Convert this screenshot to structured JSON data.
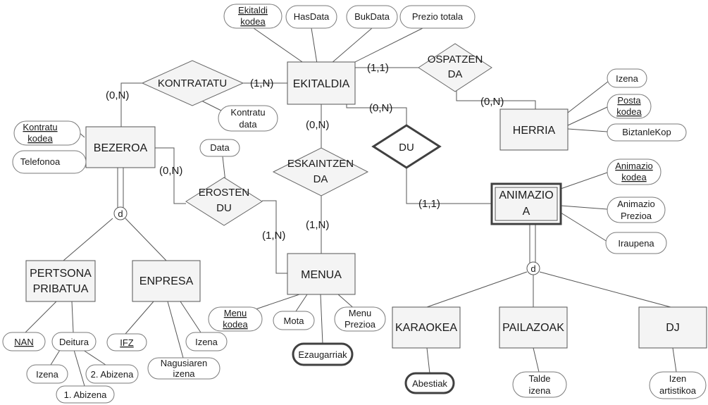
{
  "entities": {
    "ekitaldia": "EKITALDIA",
    "bezeroa": "BEZEROA",
    "herria": "HERRIA",
    "animazioa": [
      "ANIMAZIO",
      "A"
    ],
    "menua": "MENUA",
    "pertsona_pribatua": [
      "PERTSONA",
      "PRIBATUA"
    ],
    "enpresa": "ENPRESA",
    "karaokea": "KARAOKEA",
    "pailazoak": "PAILAZOAK",
    "dj": "DJ"
  },
  "relationships": {
    "kontratatu": "KONTRATATU",
    "ospatzen_da": [
      "OSPATZEN",
      "DA"
    ],
    "du": "DU",
    "eskaintzen_da": [
      "ESKAINTZEN",
      "DA"
    ],
    "erosten_du": [
      "EROSTEN",
      "DU"
    ]
  },
  "attributes": {
    "ekitaldi_kodea": [
      "Ekitaldi",
      "kodea"
    ],
    "hasdata": "HasData",
    "bukdata": "BukData",
    "prezio_totala": "Prezio totala",
    "kontratu_data": [
      "Kontratu",
      "data"
    ],
    "kontratu_kodea": [
      "Kontratu",
      "kodea"
    ],
    "telefonoa": "Telefonoa",
    "data": "Data",
    "herria_izena": "Izena",
    "posta_kodea": [
      "Posta",
      "kodea"
    ],
    "biztanlekop": "BiztanleKop",
    "animazio_kodea": [
      "Animazio",
      "kodea"
    ],
    "animazio_prezioa": [
      "Animazio",
      "Prezioa"
    ],
    "iraupena": "Iraupena",
    "menu_kodea": [
      "Menu",
      "kodea"
    ],
    "mota": "Mota",
    "menu_prezioa": [
      "Menu",
      "Prezioa"
    ],
    "ezaugarriak": "Ezaugarriak",
    "nan": "NAN",
    "deitura": "Deitura",
    "pers_izena": "Izena",
    "abizena1": "1. Abizena",
    "abizena2": "2. Abizena",
    "ifz": "IFZ",
    "nagusiaren_izena": [
      "Nagusiaren",
      "izena"
    ],
    "enpresa_izena": "Izena",
    "abestiak": "Abestiak",
    "talde_izena": [
      "Talde",
      "izena"
    ],
    "izen_artistikoa": [
      "Izen",
      "artistikoa"
    ]
  },
  "cardinalities": {
    "kontratatu_bezeroa": "(0,N)",
    "kontratatu_ekitaldia": "(1,N)",
    "ospatzen_ekitaldia": "(1,1)",
    "ospatzen_herria": "(0,N)",
    "du_ekitaldia": "(0,N)",
    "du_animazioa": "(1,1)",
    "eskaintzen_ekitaldia": "(0,N)",
    "eskaintzen_menua": "(1,N)",
    "erosten_bezeroa": "(0,N)",
    "erosten_menua": "(1,N)"
  },
  "disjoint_marker": "d"
}
